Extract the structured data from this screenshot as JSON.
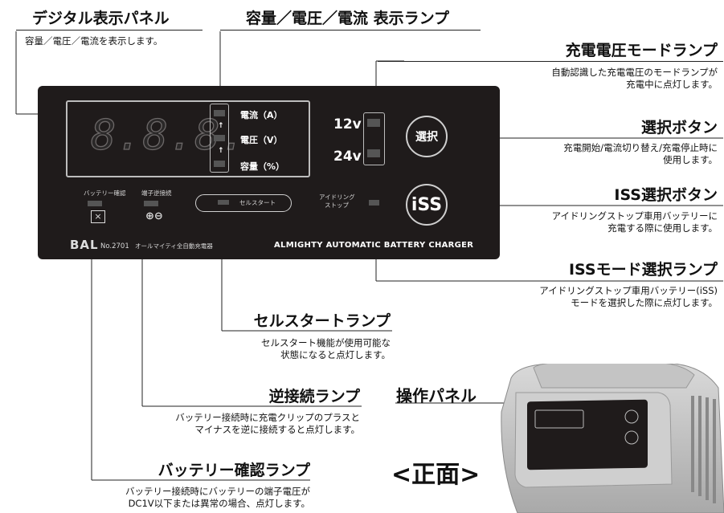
{
  "callouts": {
    "digital": {
      "title": "デジタル表示パネル",
      "desc": "容量／電圧／電流を表示します。"
    },
    "lamps": {
      "title": "容量／電圧／電流 表示ランプ"
    },
    "voltage_mode": {
      "title": "充電電圧モードランプ",
      "desc1": "自動認識した充電電圧のモードランプが",
      "desc2": "充電中に点灯します。"
    },
    "select_btn": {
      "title": "選択ボタン",
      "desc1": "充電開始/電流切り替え/充電停止時に",
      "desc2": "使用します。"
    },
    "iss_btn": {
      "title": "ISS選択ボタン",
      "desc1": "アイドリングストップ車用バッテリーに",
      "desc2": "充電する際に使用します。"
    },
    "iss_lamp": {
      "title": "ISSモード選択ランプ",
      "desc1": "アイドリングストップ車用バッテリー(iSS)",
      "desc2": "モードを選択した際に点灯します。"
    },
    "cell_start": {
      "title": "セルスタートランプ",
      "desc1": "セルスタート機能が使用可能な",
      "desc2": "状態になると点灯します。"
    },
    "reverse": {
      "title": "逆接続ランプ",
      "desc1": "バッテリー接続時に充電クリップのプラスと",
      "desc2": "マイナスを逆に接続すると点灯します。"
    },
    "battery_check": {
      "title": "バッテリー確認ランプ",
      "desc1": "バッテリー接続時にバッテリーの端子電圧が",
      "desc2": "DC1V以下または異常の場合、点灯します。"
    }
  },
  "panel": {
    "display_digits": "8.8.8.",
    "lamp_current": "電流（A）",
    "lamp_voltage": "電圧（V）",
    "lamp_capacity": "容量（%）",
    "v12": "12v",
    "v24": "24v",
    "select_label": "選択",
    "iss_label": "iSS",
    "battery_check_label": "バッテリー確認",
    "reverse_label": "端子逆接続",
    "cell_start_label": "セルスタート",
    "idling_stop_line1": "アイドリング",
    "idling_stop_line2": "ストップ",
    "brand": "BAL",
    "model": "No.2701",
    "model_desc": "オールマイティ全自動充電器",
    "product_name": "ALMIGHTY AUTOMATIC BATTERY CHARGER"
  },
  "operation_panel_label": "操作パネル",
  "front_label": "<正面>",
  "colors": {
    "panel": "#1f1b1b",
    "frame": "#bdbdbd",
    "lamp": "#555555"
  }
}
